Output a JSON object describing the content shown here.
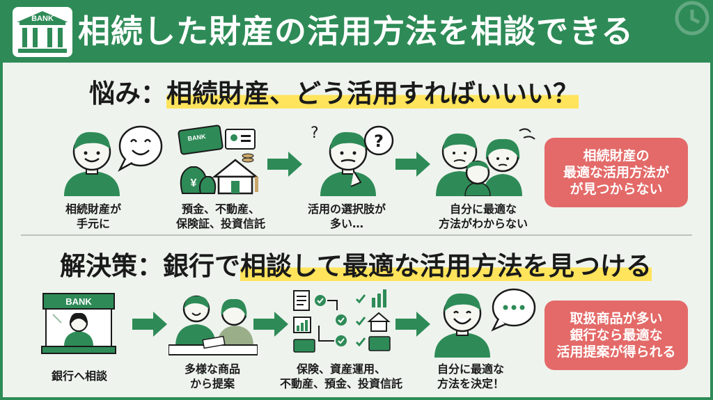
{
  "header": {
    "logo_text": "BANK",
    "title": "相続した財産の活用方法を相談できる",
    "accent_color": "#2e8b57"
  },
  "problem": {
    "prefix": "悩み：",
    "highlight": "相続財産、どう活用すればいいい？",
    "steps": [
      {
        "icon": "person-speech-bubble-icon",
        "line1": "相続財産が",
        "line2": "手元に"
      },
      {
        "icon": "assets-bank-book-house-icon",
        "card_text": "BANK",
        "yen": "¥",
        "line1": "預金、不動産、",
        "line2": "保険証、投資信託"
      },
      {
        "icon": "confused-person-question-icon",
        "line1": "活用の選択肢が",
        "line2": "多い…"
      },
      {
        "icon": "worried-family-icon",
        "line1": "自分に最適な",
        "line2": "方法がわからない"
      }
    ],
    "callout": {
      "line1": "相続財産の",
      "line2": "最適な活用方法が",
      "line3": "が見つからない"
    }
  },
  "solution": {
    "prefix": "解決策：",
    "mid": "銀行で",
    "highlight": "相談して最適な活用方法を見つける",
    "steps": [
      {
        "icon": "bank-counter-icon",
        "sign_text": "BANK",
        "line1": "銀行へ相談",
        "line2": ""
      },
      {
        "icon": "consultation-meeting-icon",
        "line1": "多様な商品",
        "line2": "から提案"
      },
      {
        "icon": "options-checklist-icon",
        "line1": "保険、資産運用、",
        "line2": "不動産、預金、投資信託"
      },
      {
        "icon": "happy-person-chat-icon",
        "line1": "自分に最適な",
        "line2": "方法を決定！"
      }
    ],
    "callout": {
      "line1": "取扱商品が多い",
      "line2": "銀行なら最適な",
      "line3": "活用提案が得られる"
    }
  },
  "colors": {
    "green": "#2e8b57",
    "callout": "#e36a68",
    "highlight": "#ffe45c",
    "background": "#eef3ee"
  }
}
